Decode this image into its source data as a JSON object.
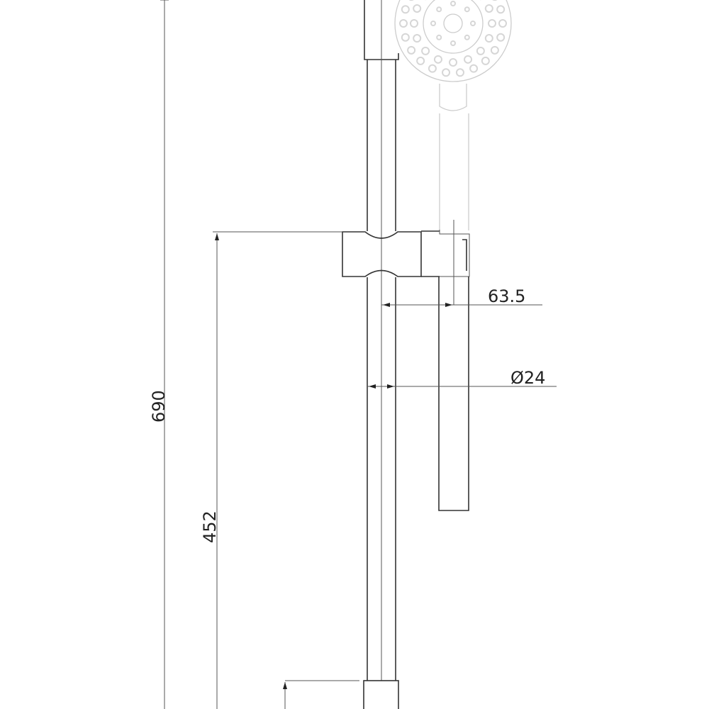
{
  "drawing": {
    "title": "Shower rail set dimension drawing",
    "dimensions": {
      "overall_height": "690",
      "slider_height": "452",
      "slider_offset": "63.5",
      "rail_diameter": "Ø24"
    },
    "colors": {
      "line": "#333333",
      "faint": "#cccccc",
      "background": "#ffffff"
    }
  }
}
